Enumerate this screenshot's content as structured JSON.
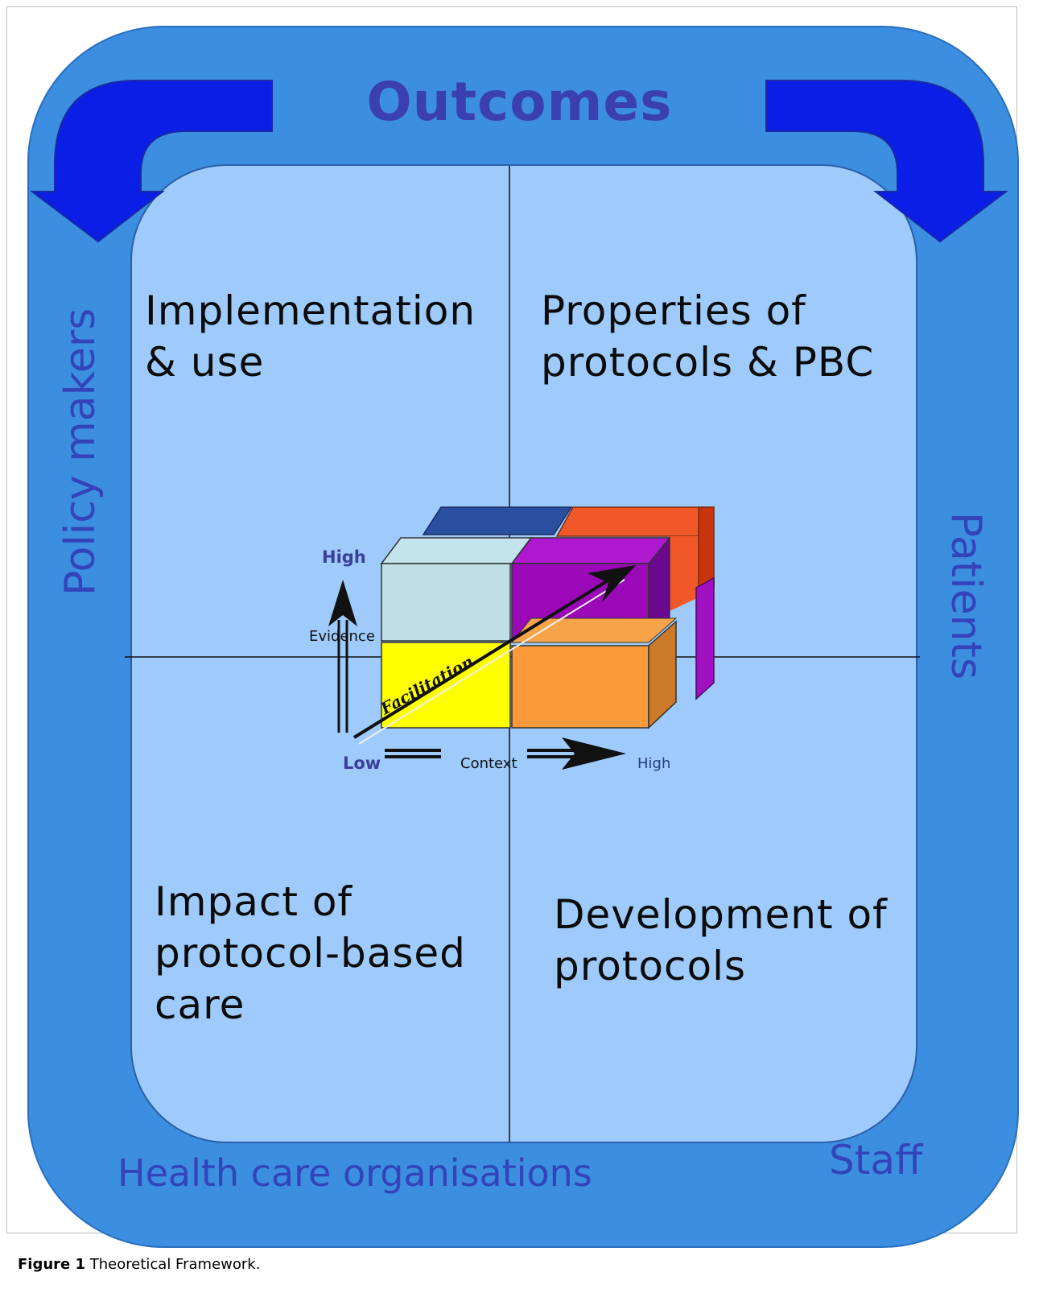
{
  "title": "Outcomes",
  "stakeholders": {
    "left": "Policy makers",
    "right": "Patients",
    "bottom_left": "Health care organisations",
    "bottom_right": "Staff"
  },
  "quadrants": {
    "top_left": {
      "line1": "Implementation",
      "line2": "& use"
    },
    "top_right": {
      "line1": "Properties of",
      "line2": "protocols & PBC"
    },
    "bottom_left": {
      "line1": "Impact of",
      "line2": "protocol-based",
      "line3": "care"
    },
    "bottom_right": {
      "line1": "Development of",
      "line2": "protocols"
    }
  },
  "cube": {
    "evidence_high": "High",
    "evidence_label": "Evidence",
    "context_low": "Low",
    "context_label": "Context",
    "context_high": "High",
    "diagonal_label": "Facilitation"
  },
  "caption": {
    "label": "Figure 1",
    "text": "Theoretical Framework."
  },
  "colors": {
    "outer": "#3b8ee0",
    "inner": "#9ecbfb",
    "arrows": "#0a1ee6",
    "title": "#3b3fb0"
  }
}
